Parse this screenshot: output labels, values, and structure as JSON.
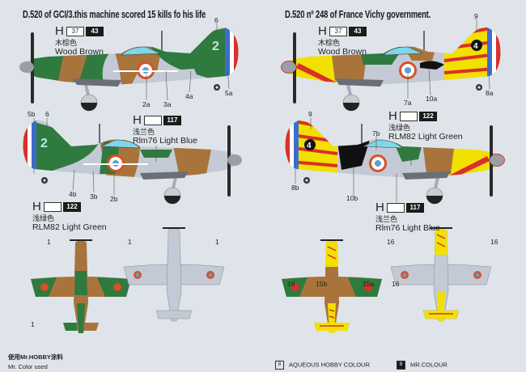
{
  "paint_prefix": "H",
  "left_scheme": {
    "title": "D.520 of GCI/3.this machine scored 15 kills fo his life",
    "fuselage_code": "2",
    "paint_wood_brown": {
      "aq": "37",
      "mr": "43",
      "cn": "木棕色",
      "en": "Wood Brown"
    },
    "paint_light_blue": {
      "aq": "",
      "mr": "117",
      "cn": "浅兰色",
      "en": "Rlm76 Light Blue"
    },
    "paint_light_green": {
      "aq": "",
      "mr": "122",
      "cn": "浅绿色",
      "en": "RLM82 Light Green"
    },
    "callouts_top": [
      "6",
      "5a",
      "4a",
      "3a",
      "2a"
    ],
    "callouts_bottom": [
      "5b",
      "6",
      "4b",
      "3b",
      "2b"
    ]
  },
  "right_scheme": {
    "title": "D.520 nº 248 of France Vichy government.",
    "fuselage_code": "4",
    "paint_wood_brown": {
      "aq": "37",
      "mr": "43",
      "cn": "木棕色",
      "en": "Wood Brown"
    },
    "paint_light_green": {
      "aq": "",
      "mr": "122",
      "cn": "浅绿色",
      "en": "RLM82 Light Green"
    },
    "paint_light_blue": {
      "aq": "",
      "mr": "117",
      "cn": "浅兰色",
      "en": "Rlm76 Light Blue"
    },
    "callouts_top": [
      "9",
      "8a",
      "7a",
      "10a"
    ],
    "callouts_bottom": [
      "9",
      "8b",
      "7b",
      "10b"
    ]
  },
  "plan_views": {
    "left_labels": [
      "1",
      "1",
      "1",
      "1"
    ],
    "right_labels": [
      "16",
      "15b",
      "15a",
      "16",
      "16",
      "16"
    ]
  },
  "footer": {
    "brand_cn": "使用Mr.HOBBY涂料",
    "brand_en": "Mr. Color used",
    "legend_aqueous_glyph": "8",
    "legend_aqueous": "AQUEOUS HOBBY COLOUR",
    "legend_mr_glyph": "8",
    "legend_mr": "MR.COLOUR"
  },
  "colors": {
    "background": "#dfe4ea",
    "green": "#2f7a3e",
    "brown": "#a8743c",
    "light_blue": "#c3cad6",
    "yellow": "#f2e000",
    "red": "#d8302a",
    "roundel_blue": "#5aa0d0"
  }
}
